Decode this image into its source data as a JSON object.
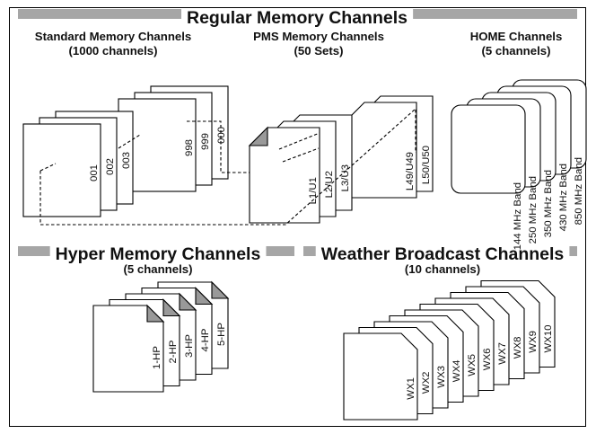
{
  "colors": {
    "header_bar": "#a6a6a6",
    "dog_ear": "#999999",
    "border": "#000000"
  },
  "regular": {
    "title": "Regular Memory Channels",
    "standard": {
      "title": "Standard Memory Channels",
      "count": "(1000 channels)",
      "labels": [
        "001",
        "002",
        "003",
        "998",
        "999",
        "000"
      ]
    },
    "pms": {
      "title": "PMS Memory Channels",
      "count": "(50 Sets)",
      "labels": [
        "L1/U1",
        "L2/U2",
        "L3/U3",
        "L49/U49",
        "L50/U50"
      ]
    },
    "home": {
      "title": "HOME Channels",
      "count": "(5 channels)",
      "labels": [
        "144 MHz Band",
        "250 MHz Band",
        "350 MHz Band",
        "430 MHz Band",
        "850 MHz Band"
      ]
    }
  },
  "hyper": {
    "title": "Hyper Memory Channels",
    "count": "(5 channels)",
    "labels": [
      "1-HP",
      "2-HP",
      "3-HP",
      "4-HP",
      "5-HP"
    ]
  },
  "weather": {
    "title": "Weather Broadcast Channels",
    "count": "(10 channels)",
    "labels": [
      "WX1",
      "WX2",
      "WX3",
      "WX4",
      "WX5",
      "WX6",
      "WX7",
      "WX8",
      "WX9",
      "WX10"
    ]
  }
}
